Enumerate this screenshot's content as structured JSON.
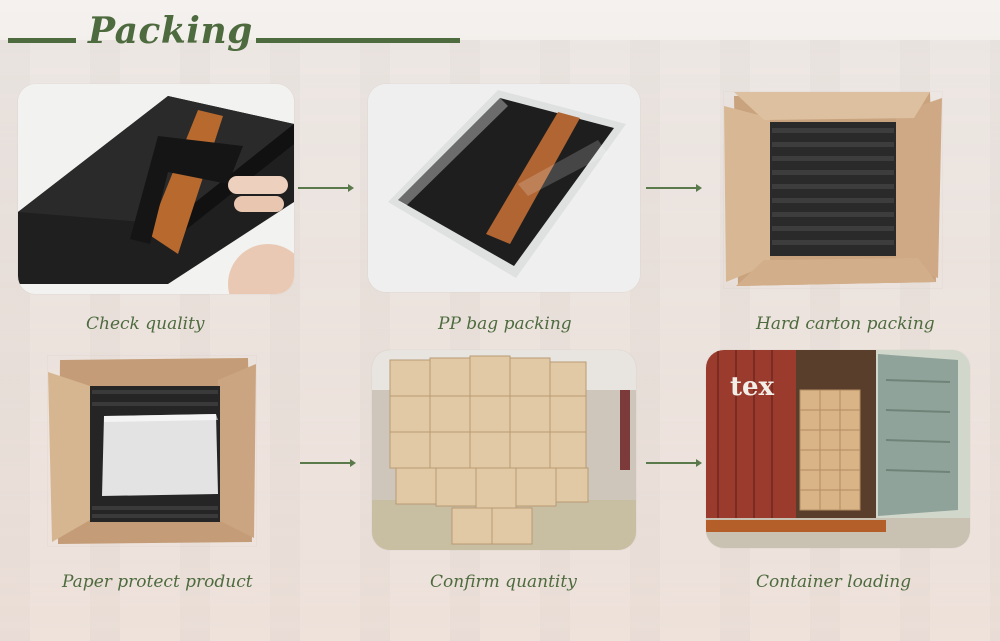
{
  "heading": {
    "title": "Packing"
  },
  "colors": {
    "accent": "#4d6b3e",
    "caption": "#4d6b3e",
    "arrow": "#5b7a4c"
  },
  "steps": [
    {
      "caption": "Check quality",
      "photo": "black-leather-folio-held-by-hand"
    },
    {
      "caption": "PP bag packing",
      "photo": "folio-in-clear-plastic-bag"
    },
    {
      "caption": "Hard carton packing",
      "photo": "stacked-folios-in-open-carton"
    },
    {
      "caption": "Paper protect product",
      "photo": "carton-with-paper-cover-sheet"
    },
    {
      "caption": "Confirm quantity",
      "photo": "pallet-of-stacked-cartons"
    },
    {
      "caption": "Container loading",
      "photo": "shipping-container-with-cartons"
    }
  ],
  "container_logo": "tex"
}
